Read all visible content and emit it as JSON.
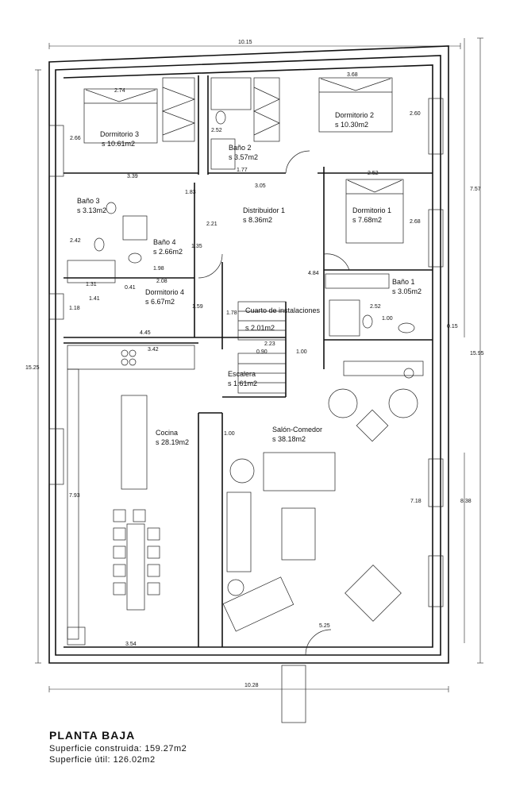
{
  "title": "PLANTA BAJA",
  "superficie_construida": "Superficie  construida:  159.27m2",
  "superficie_util": "Superficie  útil:  126.02m2",
  "rooms": [
    {
      "name": "Dormitorio 3",
      "area": "s 10.61m2"
    },
    {
      "name": "Baño 2",
      "area": "s 3.57m2"
    },
    {
      "name": "Dormitorio 2",
      "area": "s 10.30m2"
    },
    {
      "name": "Baño 3",
      "area": "s 3.13m2"
    },
    {
      "name": "Baño 4",
      "area": "s 2.66m2"
    },
    {
      "name": "Distribuidor 1",
      "area": "s 8.36m2"
    },
    {
      "name": "Dormitorio 1",
      "area": "s 7.68m2"
    },
    {
      "name": "Dormitorio 4",
      "area": "s 6.67m2"
    },
    {
      "name": "Cuarto de instalaciones",
      "area": "s 2.01m2"
    },
    {
      "name": "Baño 1",
      "area": "s 3.05m2"
    },
    {
      "name": "Escalera",
      "area": "s 1.61m2"
    },
    {
      "name": "Cocina",
      "area": "s 28.19m2"
    },
    {
      "name": "Salón-Comedor",
      "area": "s 38.18m2"
    }
  ],
  "dimensions": [
    "10.15",
    "2.74",
    "3.68",
    "2.66",
    "2.52",
    "2.60",
    "3.39",
    "1.77",
    "3.05",
    "2.52",
    "1.83",
    "2.21",
    "2.68",
    "2.42",
    "1.35",
    "1.98",
    "2.08",
    "1.31",
    "0.41",
    "1.41",
    "1.18",
    "1.59",
    "1.78",
    "4.45",
    "2.23",
    "0.90",
    "1.00",
    "3.42",
    "4.84",
    "2.52",
    "1.00",
    "0.15",
    "7.57",
    "15.25",
    "15.95",
    "1.00",
    "7.93",
    "7.18",
    "8.38",
    "3.54",
    "5.25",
    "10.28"
  ]
}
